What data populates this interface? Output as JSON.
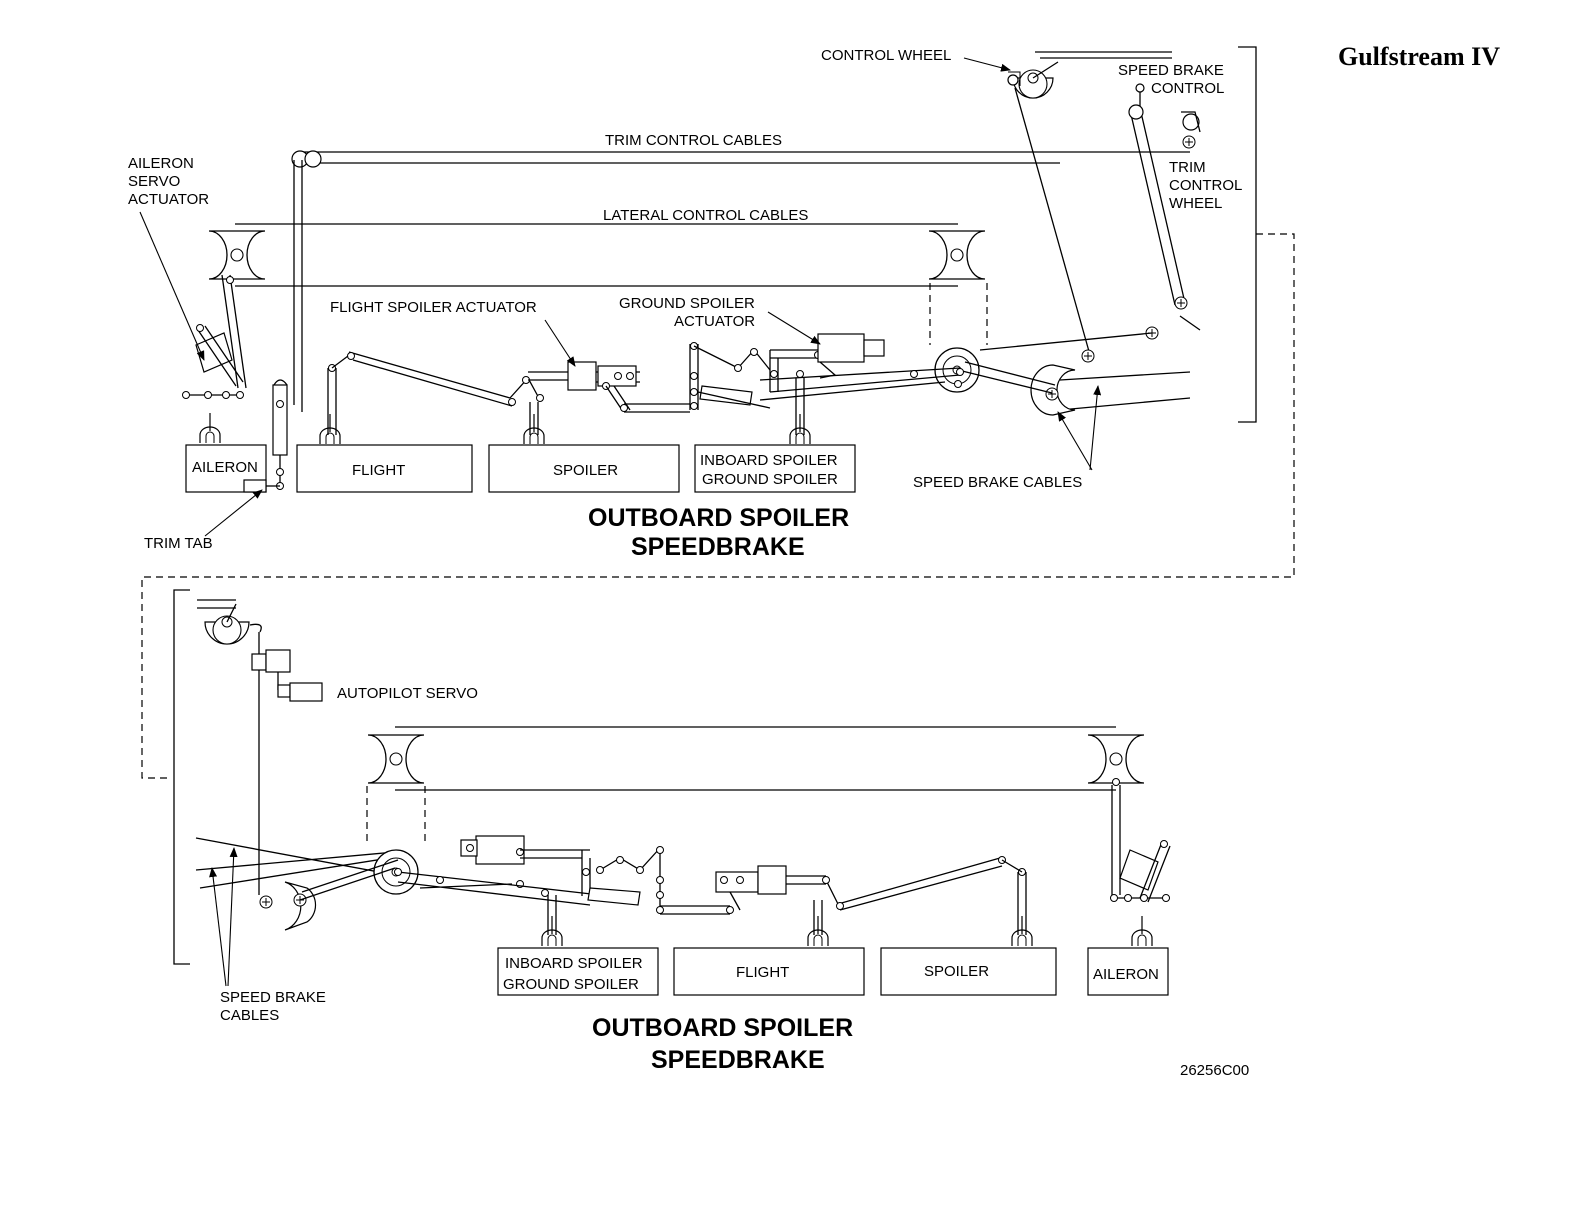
{
  "brand": "Gulfstream IV",
  "figure_number": "26256C00",
  "upper": {
    "title_line1": "OUTBOARD SPOILER",
    "title_line2": "SPEEDBRAKE",
    "labels": {
      "control_wheel": "CONTROL WHEEL",
      "speed_brake_control_1": "SPEED BRAKE",
      "speed_brake_control_2": "CONTROL",
      "trim_control_cables": "TRIM CONTROL CABLES",
      "trim_control_wheel_1": "TRIM",
      "trim_control_wheel_2": "CONTROL",
      "trim_control_wheel_3": "WHEEL",
      "aileron_servo_1": "AILERON",
      "aileron_servo_2": "SERVO",
      "aileron_servo_3": "ACTUATOR",
      "lateral_control_cables": "LATERAL CONTROL CABLES",
      "flight_spoiler_actuator": "FLIGHT SPOILER ACTUATOR",
      "ground_spoiler_actuator_1": "GROUND SPOILER",
      "ground_spoiler_actuator_2": "ACTUATOR",
      "speed_brake_cables": "SPEED BRAKE CABLES",
      "trim_tab": "TRIM TAB"
    },
    "boxes": {
      "aileron": "AILERON",
      "flight": "FLIGHT",
      "spoiler": "SPOILER",
      "inboard_1": "INBOARD SPOILER",
      "inboard_2": "GROUND SPOILER"
    }
  },
  "lower": {
    "title_line1": "OUTBOARD SPOILER",
    "title_line2": "SPEEDBRAKE",
    "labels": {
      "autopilot_servo": "AUTOPILOT SERVO",
      "speed_brake_cables_1": "SPEED BRAKE",
      "speed_brake_cables_2": "CABLES"
    },
    "boxes": {
      "inboard_1": "INBOARD SPOILER",
      "inboard_2": "GROUND SPOILER",
      "flight": "FLIGHT",
      "spoiler": "SPOILER",
      "aileron": "AILERON"
    }
  }
}
